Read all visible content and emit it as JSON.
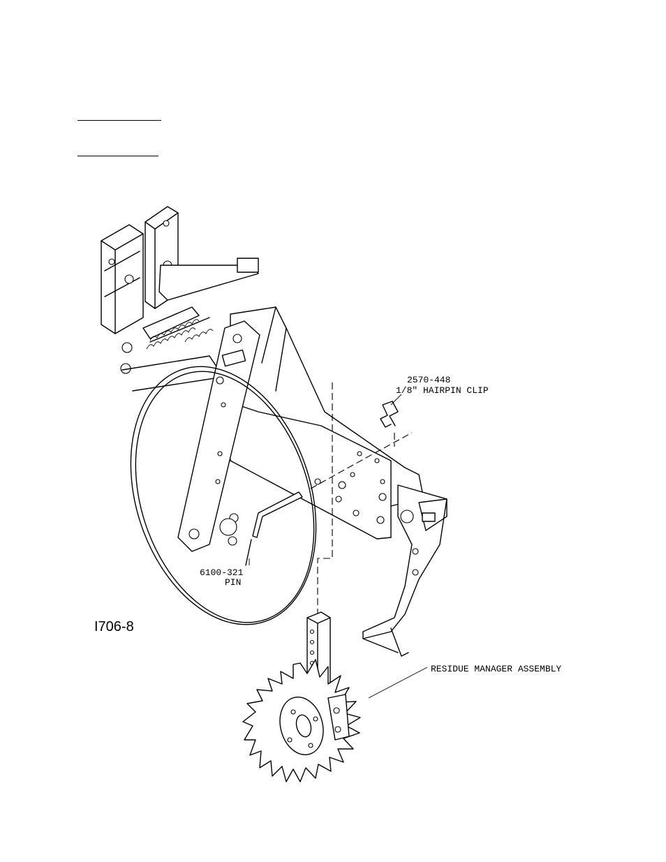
{
  "figure": {
    "id_label": "I706-8"
  },
  "callouts": {
    "hairpin_part_no": "2570-448",
    "hairpin_desc": "1/8\" HAIRPIN CLIP",
    "pin_part_no": "6100-321",
    "pin_desc": "PIN",
    "residue_manager": "RESIDUE MANAGER ASSEMBLY"
  }
}
